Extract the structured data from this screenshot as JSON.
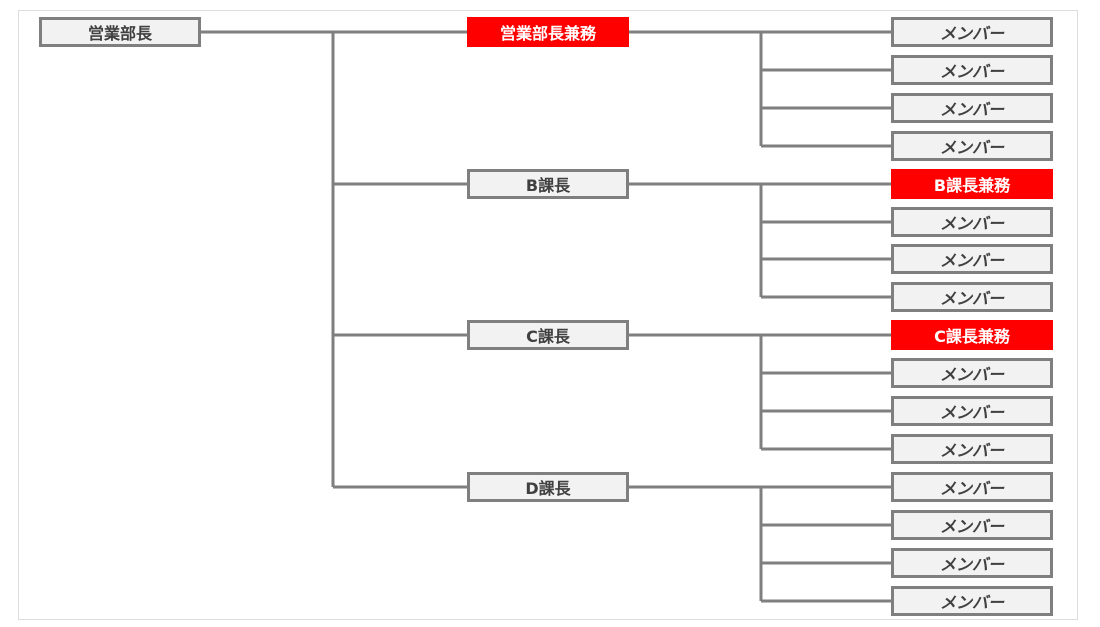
{
  "diagram": {
    "root": {
      "label": "営業部長",
      "highlight": false
    },
    "branches": [
      {
        "manager": {
          "label": "営業部長兼務",
          "highlight": true
        },
        "members": [
          {
            "label": "メンバー",
            "highlight": false
          },
          {
            "label": "メンバー",
            "highlight": false
          },
          {
            "label": "メンバー",
            "highlight": false
          },
          {
            "label": "メンバー",
            "highlight": false
          }
        ]
      },
      {
        "manager": {
          "label": "B課長",
          "highlight": false
        },
        "members": [
          {
            "label": "B課長兼務",
            "highlight": true
          },
          {
            "label": "メンバー",
            "highlight": false
          },
          {
            "label": "メンバー",
            "highlight": false
          },
          {
            "label": "メンバー",
            "highlight": false
          }
        ]
      },
      {
        "manager": {
          "label": "C課長",
          "highlight": false
        },
        "members": [
          {
            "label": "C課長兼務",
            "highlight": true
          },
          {
            "label": "メンバー",
            "highlight": false
          },
          {
            "label": "メンバー",
            "highlight": false
          },
          {
            "label": "メンバー",
            "highlight": false
          }
        ]
      },
      {
        "manager": {
          "label": "D課長",
          "highlight": false
        },
        "members": [
          {
            "label": "メンバー",
            "highlight": false
          },
          {
            "label": "メンバー",
            "highlight": false
          },
          {
            "label": "メンバー",
            "highlight": false
          },
          {
            "label": "メンバー",
            "highlight": false
          }
        ]
      }
    ]
  },
  "colors": {
    "box_fill": "#f2f2f2",
    "box_border": "#7f7f7f",
    "highlight_fill": "#ff0000",
    "highlight_text": "#ffffff",
    "text": "#404040",
    "connector": "#7f7f7f"
  }
}
